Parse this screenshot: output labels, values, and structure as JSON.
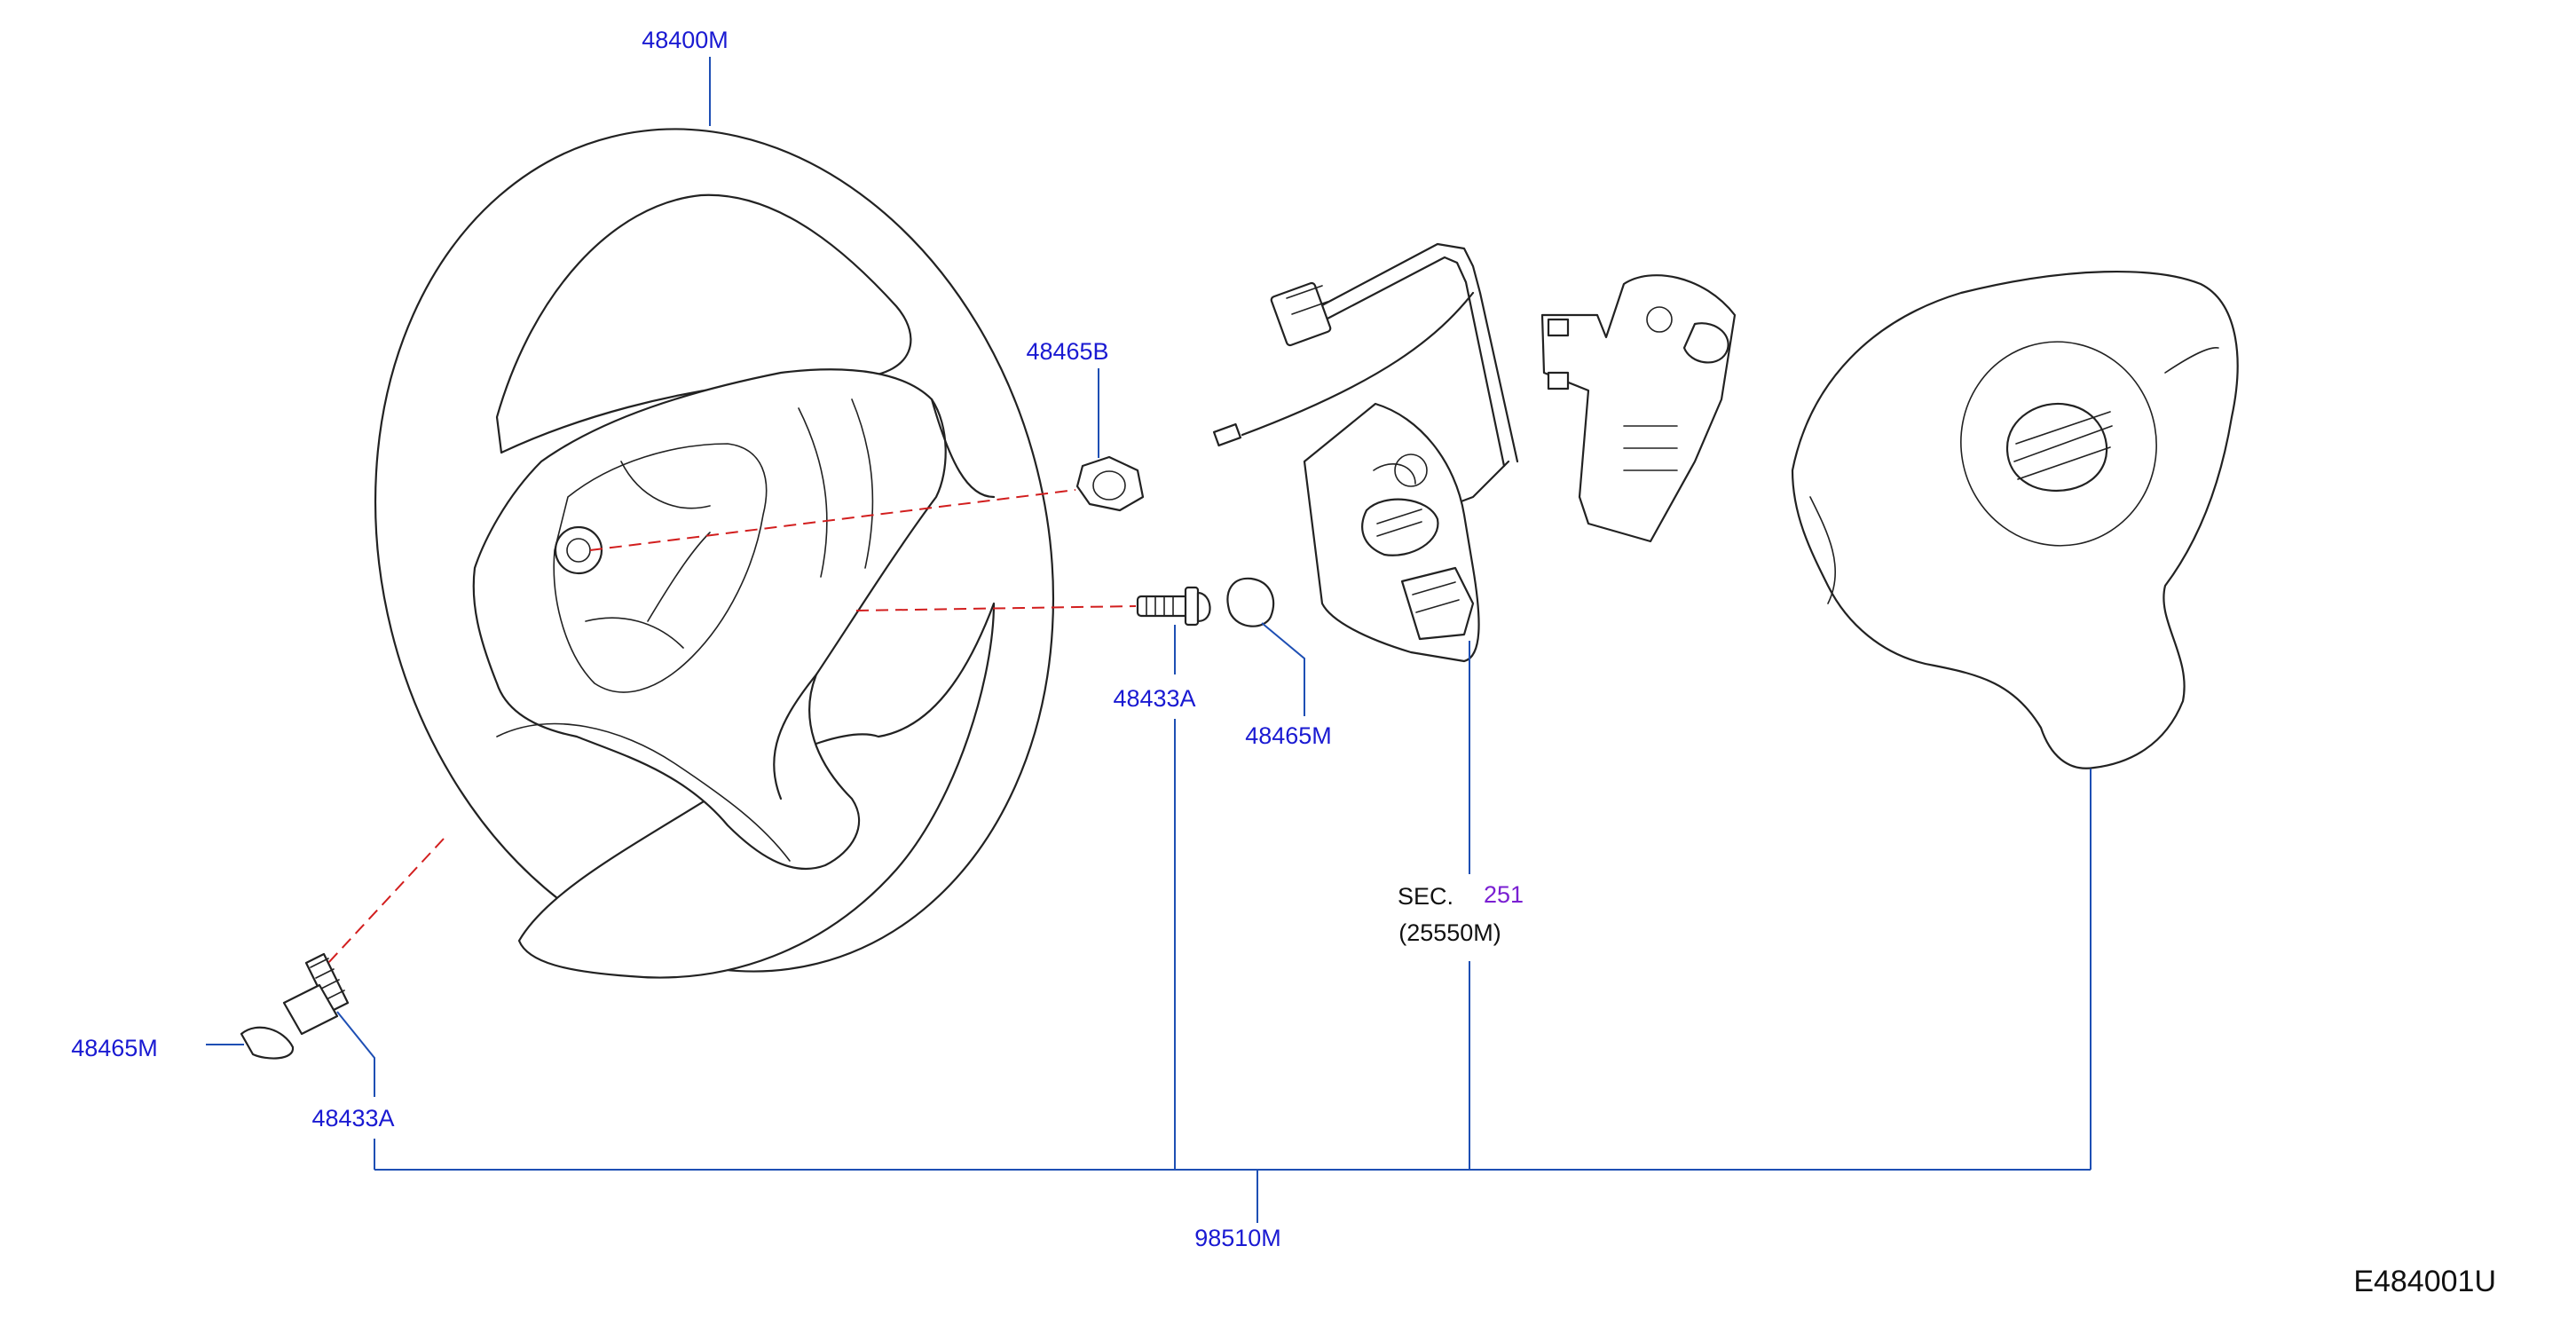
{
  "colors": {
    "part_label": "#1a1ad2",
    "section_ref": "#7a1fd2",
    "text": "#111111",
    "leader": "#1e4fb4",
    "dashed_guide": "#d21e1e",
    "outline": "#222222"
  },
  "labels": {
    "steering_wheel": "48400M",
    "nut": "48465B",
    "bolt_right": "48433A",
    "cap_right": "48465M",
    "cap_left": "48465M",
    "bolt_left": "48433A",
    "kit": "98510M",
    "sec_prefix": "SEC.",
    "sec_number": "251",
    "sec_sub": "(25550M)"
  },
  "diagram_id": "E484001U"
}
